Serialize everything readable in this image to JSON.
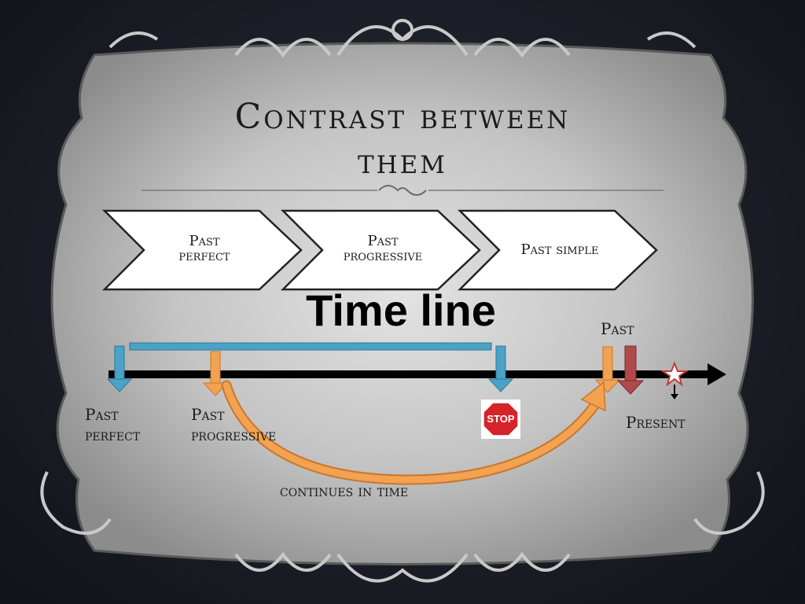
{
  "title_line1": "Contrast between",
  "title_line2": "them",
  "chevrons": [
    {
      "line1": "Past",
      "line2": "perfect"
    },
    {
      "line1": "Past",
      "line2": "progressive"
    },
    {
      "line1": "Past simple",
      "line2": ""
    }
  ],
  "timeline_heading": "Time line",
  "labels": {
    "past_top": "Past",
    "past_perfect_line1": "Past",
    "past_perfect_line2": "perfect",
    "past_progressive_line1": "Past",
    "past_progressive_line2": "progressive",
    "present": "Present",
    "continues": "continues in time",
    "stop_sign": "STOP"
  },
  "colors": {
    "frame": "#9a9a9a",
    "panel_light": "#d6d6d6",
    "blue_arrow": "#4aa3c6",
    "orange_arrow": "#f2a250",
    "red_arrow": "#b04a4a",
    "stop_red": "#d6232a"
  }
}
